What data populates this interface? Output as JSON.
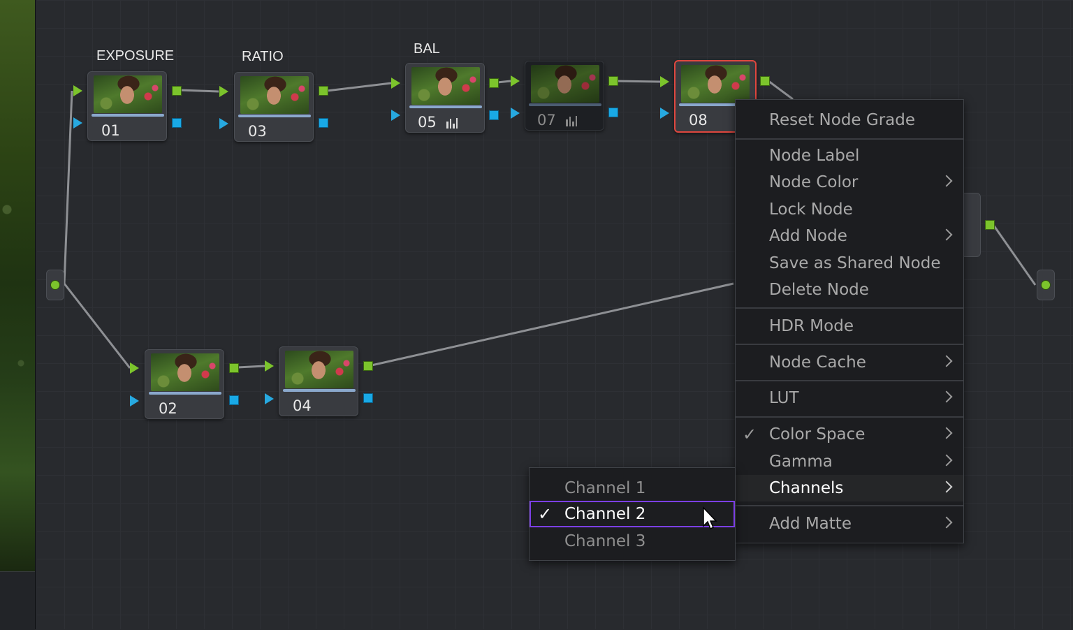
{
  "colors": {
    "accent_green": "#7cc42c",
    "accent_blue": "#19a9e6",
    "selected_node": "#e0473f",
    "submenu_highlight": "#7b3fe4",
    "background": "#282a2e"
  },
  "nodes": {
    "n01": {
      "id": "01",
      "label": "EXPOSURE"
    },
    "n03": {
      "id": "03",
      "label": "RATIO"
    },
    "n05": {
      "id": "05",
      "label": "BAL"
    },
    "n07": {
      "id": "07"
    },
    "n08": {
      "id": "08"
    },
    "n02": {
      "id": "02"
    },
    "n04": {
      "id": "04"
    }
  },
  "context_menu": {
    "items": [
      {
        "label": "Reset Node Grade"
      },
      {
        "label": "Node Label"
      },
      {
        "label": "Node Color"
      },
      {
        "label": "Lock Node"
      },
      {
        "label": "Add Node"
      },
      {
        "label": "Save as Shared Node"
      },
      {
        "label": "Delete Node"
      },
      {
        "label": "HDR Mode"
      },
      {
        "label": "Node Cache"
      },
      {
        "label": "LUT"
      },
      {
        "label": "Color Space"
      },
      {
        "label": "Gamma"
      },
      {
        "label": "Channels"
      },
      {
        "label": "Add Matte"
      }
    ],
    "check_glyph": "✓"
  },
  "channels_submenu": {
    "items": [
      {
        "label": "Channel 1"
      },
      {
        "label": "Channel 2"
      },
      {
        "label": "Channel 3"
      }
    ],
    "selected": "Channel 2",
    "check_glyph": "✓"
  }
}
